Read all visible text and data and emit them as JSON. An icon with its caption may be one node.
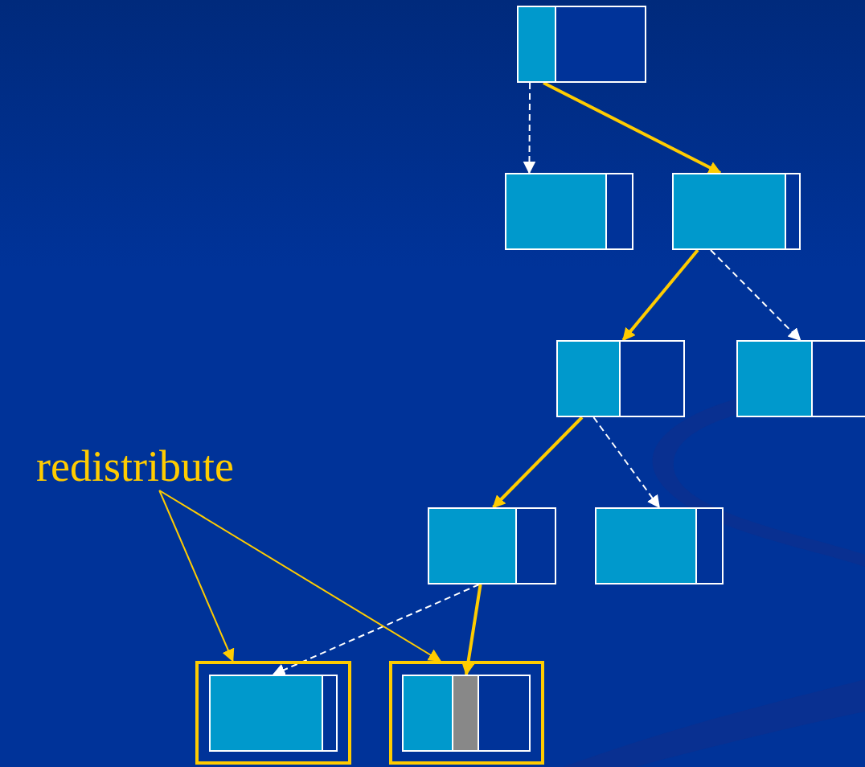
{
  "diagram": {
    "nodes": [
      {
        "text": [],
        "shape": "box"
      },
      {
        "text": [],
        "shape": "box"
      },
      {
        "text": [],
        "shape": "box"
      },
      {
        "text": [],
        "shape": "box"
      },
      {
        "text": [],
        "shape": "box"
      },
      {
        "text": [],
        "shape": "box"
      },
      {
        "text": [],
        "shape": "box"
      },
      {
        "text": [],
        "shape": "box"
      },
      {
        "text": [],
        "shape": "box",
        "in": 7
      },
      {
        "text": [],
        "shape": "box"
      },
      {
        "text": [],
        "shape": "box",
        "in": 9
      },
      {
        "text": [
          "redistribute"
        ]
      }
    ],
    "edges": [
      {
        "from": 0,
        "to": 1,
        "arrow": "to",
        "style": "dashed",
        "color": "#ffffff"
      },
      {
        "from": 0,
        "to": 2,
        "arrow": "to",
        "style": "thick"
      },
      {
        "from": 2,
        "to": 3,
        "arrow": "to",
        "style": "thick"
      },
      {
        "from": 2,
        "to": 4,
        "arrow": "to",
        "style": "dashed",
        "color": "#ffffff"
      },
      {
        "from": 3,
        "to": 5,
        "arrow": "to",
        "style": "thick"
      },
      {
        "from": 3,
        "to": 6,
        "arrow": "to",
        "style": "dashed",
        "color": "#ffffff"
      },
      {
        "from": 5,
        "to": 8,
        "arrow": "to",
        "style": "dashed",
        "color": "#ffffff"
      },
      {
        "from": 5,
        "to": 10,
        "arrow": "to",
        "style": "thick"
      },
      {
        "from": 11,
        "to": 7,
        "arrow": "to"
      },
      {
        "from": 11,
        "to": 9,
        "arrow": "to"
      }
    ]
  }
}
